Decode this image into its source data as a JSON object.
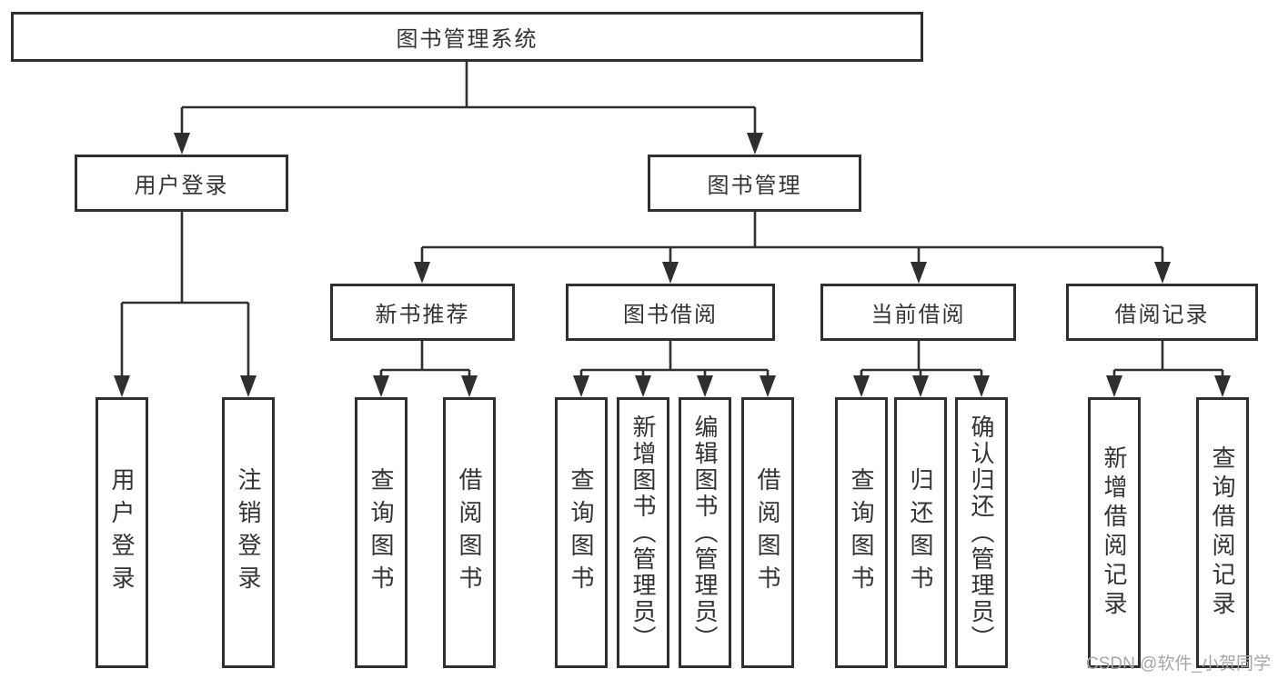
{
  "colors": {
    "line": "#2f2f2f",
    "box_border": "#2f2f2f",
    "text": "#333333",
    "watermark": "#a6a6a6",
    "background": "#ffffff"
  },
  "watermark": {
    "text": "CSDN @软件_小贺同学"
  },
  "tree": {
    "label": "图书管理系统",
    "children": [
      {
        "label": "用户登录",
        "children": [
          {
            "label": "用户登录"
          },
          {
            "label": "注销登录"
          }
        ]
      },
      {
        "label": "图书管理",
        "children": [
          {
            "label": "新书推荐",
            "children": [
              {
                "label": "查询图书"
              },
              {
                "label": "借阅图书"
              }
            ]
          },
          {
            "label": "图书借阅",
            "children": [
              {
                "label": "查询图书"
              },
              {
                "label": "新增图书（管理员）"
              },
              {
                "label": "编辑图书（管理员）"
              },
              {
                "label": "借阅图书"
              }
            ]
          },
          {
            "label": "当前借阅",
            "children": [
              {
                "label": "查询图书"
              },
              {
                "label": "归还图书"
              },
              {
                "label": "确认归还（管理员）"
              }
            ]
          },
          {
            "label": "借阅记录",
            "children": [
              {
                "label": "新增借阅记录"
              },
              {
                "label": "查询借阅记录"
              }
            ]
          }
        ]
      }
    ]
  }
}
